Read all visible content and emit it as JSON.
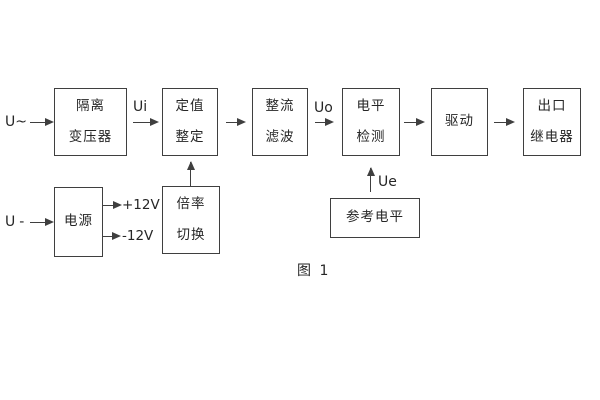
{
  "diagram": {
    "caption": "图 1",
    "blocks": {
      "isolation_transformer": {
        "line1": "隔离",
        "line2": "变压器"
      },
      "value_setting": {
        "line1": "定值",
        "line2": "整定"
      },
      "rectify_filter": {
        "line1": "整流",
        "line2": "滤波"
      },
      "level_detect": {
        "line1": "电平",
        "line2": "检测"
      },
      "drive": {
        "label": "驱动"
      },
      "output_relay": {
        "line1": "出口",
        "line2": "继电器"
      },
      "power_supply": {
        "label": "电源"
      },
      "ratio_switch": {
        "line1": "倍率",
        "line2": "切换"
      },
      "reference_level": {
        "label": "参考电平"
      }
    },
    "labels": {
      "input_ac": "U~",
      "input_dc": "U-",
      "ui": "Ui",
      "uo": "Uo",
      "ue": "Ue",
      "plus_12v": "+12V",
      "minus_12v": "-12V"
    },
    "colors": {
      "line": "#3f3f3f",
      "text": "#262626",
      "background": "#ffffff"
    }
  }
}
